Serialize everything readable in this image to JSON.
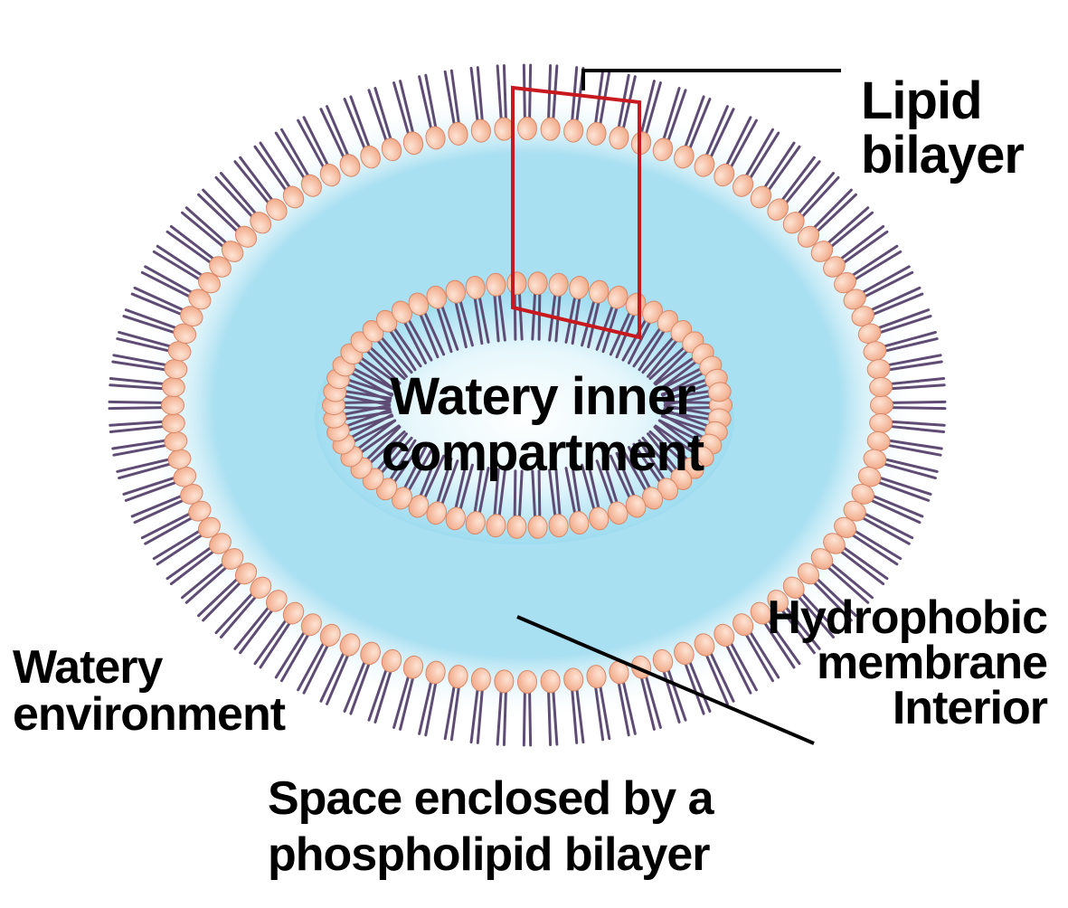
{
  "labels": {
    "lipid_bilayer": [
      "Lipid",
      "bilayer"
    ],
    "watery_inner_compartment": [
      "Watery inner",
      "compartment"
    ],
    "hydrophobic_membrane_interior": [
      "Hydrophobic",
      "membrane",
      "Interior"
    ],
    "watery_environment": [
      "Watery",
      "environment"
    ],
    "space_enclosed": [
      "Space enclosed by a",
      "phospholipid bilayer"
    ]
  },
  "colors": {
    "head_fill": "#f6b99c",
    "head_stroke": "#d8896a",
    "tail": "#5e4c74",
    "water_glow": "#9fdcf0",
    "highlight_box": "#c8191e",
    "leader_line": "#000000"
  },
  "icons": {
    "phospholipid": "phospholipid-molecule-icon"
  }
}
